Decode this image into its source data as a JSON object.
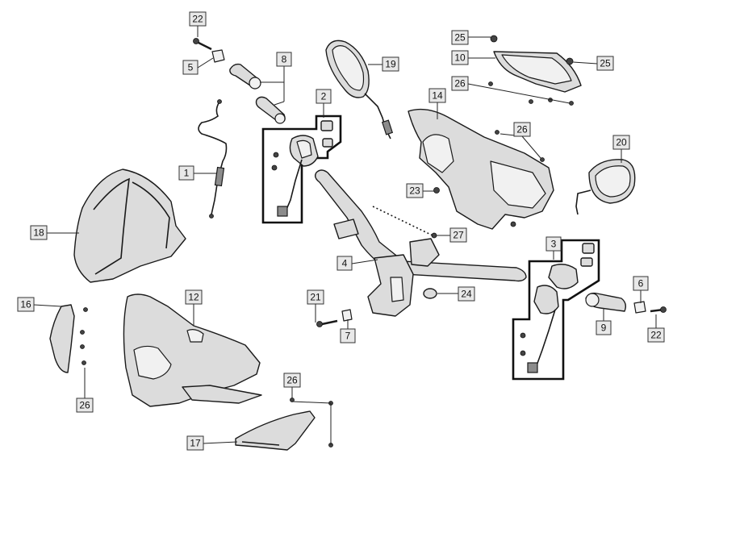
{
  "callouts": [
    {
      "id": "c22a",
      "label": "22"
    },
    {
      "id": "c5",
      "label": "5"
    },
    {
      "id": "c8",
      "label": "8"
    },
    {
      "id": "c2",
      "label": "2"
    },
    {
      "id": "c19",
      "label": "19"
    },
    {
      "id": "c25a",
      "label": "25"
    },
    {
      "id": "c10",
      "label": "10"
    },
    {
      "id": "c25b",
      "label": "25"
    },
    {
      "id": "c26a",
      "label": "26"
    },
    {
      "id": "c14",
      "label": "14"
    },
    {
      "id": "c26b",
      "label": "26"
    },
    {
      "id": "c20",
      "label": "20"
    },
    {
      "id": "c1",
      "label": "1"
    },
    {
      "id": "c18",
      "label": "18"
    },
    {
      "id": "c23",
      "label": "23"
    },
    {
      "id": "c27",
      "label": "27"
    },
    {
      "id": "c4",
      "label": "4"
    },
    {
      "id": "c3",
      "label": "3"
    },
    {
      "id": "c6",
      "label": "6"
    },
    {
      "id": "c16",
      "label": "16"
    },
    {
      "id": "c12",
      "label": "12"
    },
    {
      "id": "c21",
      "label": "21"
    },
    {
      "id": "c24",
      "label": "24"
    },
    {
      "id": "c7",
      "label": "7"
    },
    {
      "id": "c9",
      "label": "9"
    },
    {
      "id": "c22b",
      "label": "22"
    },
    {
      "id": "c26c",
      "label": "26"
    },
    {
      "id": "c26d",
      "label": "26"
    },
    {
      "id": "c17",
      "label": "17"
    }
  ],
  "colors": {
    "line": "#1a1a1a",
    "callout_fill": "#e8e8e8",
    "part_fill": "#dcdcdc"
  }
}
